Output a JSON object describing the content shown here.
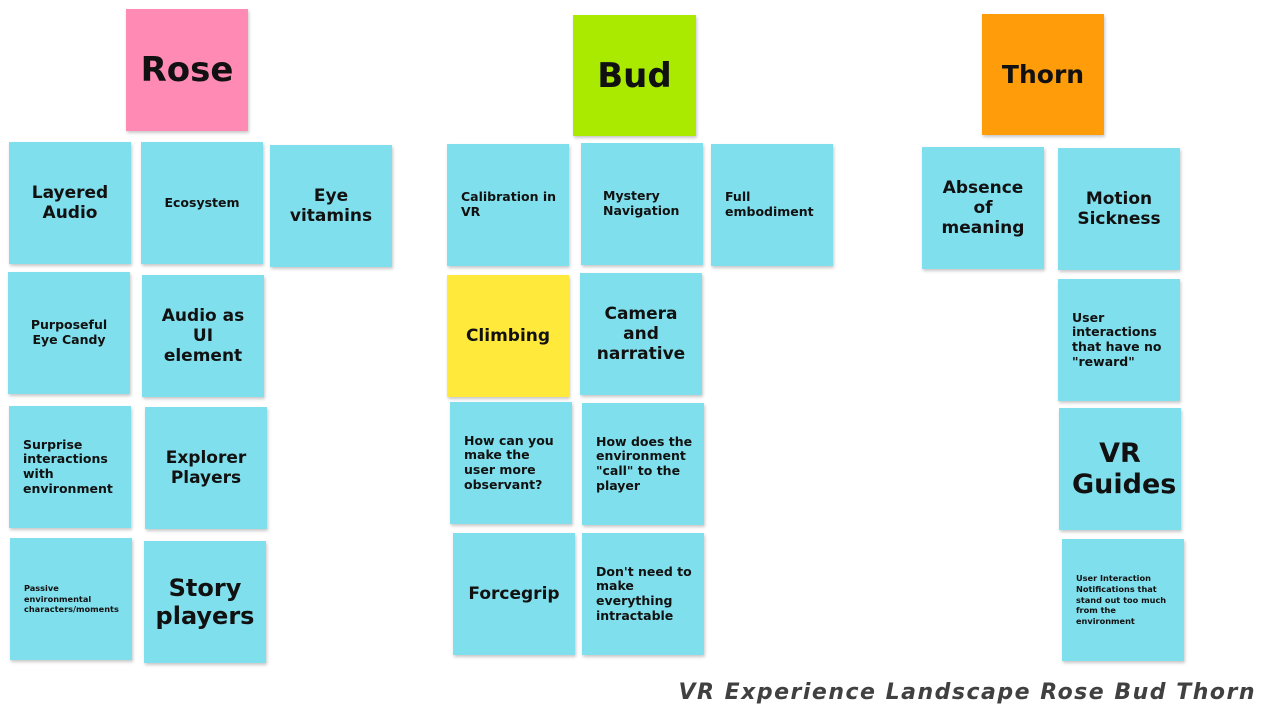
{
  "colors": {
    "rose": "#ff8ab3",
    "bud": "#aaea00",
    "thorn": "#ff9c0a",
    "sticky_blue": "#80dfec",
    "sticky_yellow": "#ffe93b"
  },
  "headers": {
    "rose": "Rose",
    "bud": "Bud",
    "thorn": "Thorn"
  },
  "rose_notes": {
    "layered_audio": "Layered Audio",
    "ecosystem": "Ecosystem",
    "eye_vitamins": "Eye vitamins",
    "purposeful_eye_candy": "Purposeful Eye Candy",
    "audio_ui_element": "Audio as UI element",
    "surprise_interactions": "Surprise interactions with environment",
    "explorer_players": "Explorer Players",
    "passive_environmental": "Passive environmental characters/moments",
    "story_players": "Story players"
  },
  "bud_notes": {
    "calibration_vr": "Calibration in VR",
    "mystery_navigation": "Mystery Navigation",
    "full_embodiment": "Full embodiment",
    "climbing": "Climbing",
    "camera_narrative": "Camera and narrative",
    "observant_user": "How can you make the user more observant?",
    "environment_call": "How does the environment \"call\" to the player",
    "forcegrip": "Forcegrip",
    "not_intractable": "Don't need to make everything intractable"
  },
  "thorn_notes": {
    "absence_meaning": "Absence of meaning",
    "motion_sickness": "Motion Sickness",
    "no_reward": "User interactions that have no \"reward\"",
    "vr_guides": "VR Guides",
    "notifications_stand_out": "User Interaction Notifications that stand out too much from the environment"
  },
  "caption": "VR Experience Landscape Rose Bud Thorn"
}
